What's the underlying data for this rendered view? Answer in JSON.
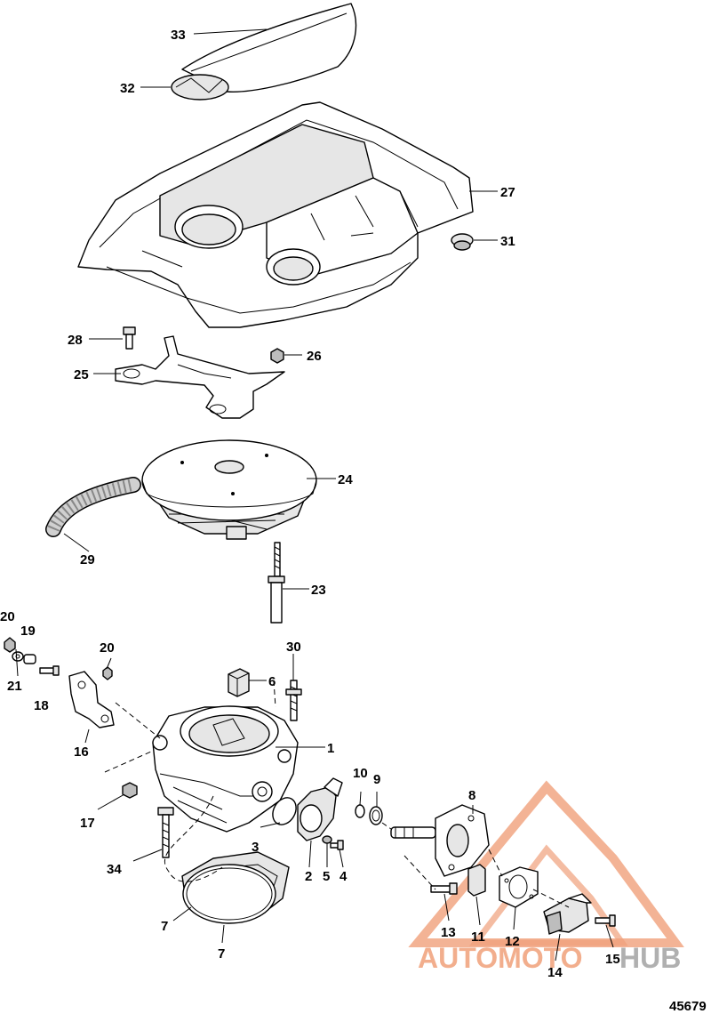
{
  "figure_number": "45679",
  "watermark": {
    "word_part_1": "AUTOMOTO",
    "word_part_2": "HUB",
    "color_primary": "#f0a07a",
    "color_secondary": "#b0b0b0"
  },
  "callouts": {
    "c1": "1",
    "c2": "2",
    "c3": "3",
    "c4": "4",
    "c5": "5",
    "c6": "6",
    "c7a": "7",
    "c7b": "7",
    "c8": "8",
    "c9": "9",
    "c10": "10",
    "c11": "11",
    "c12": "12",
    "c13": "13",
    "c14": "14",
    "c15": "15",
    "c16": "16",
    "c17": "17",
    "c18": "18",
    "c19": "19",
    "c20a": "20",
    "c20b": "20",
    "c21": "21",
    "c23": "23",
    "c24": "24",
    "c25": "25",
    "c26": "26",
    "c27": "27",
    "c28": "28",
    "c29": "29",
    "c30": "30",
    "c31": "31",
    "c32": "32",
    "c33": "33",
    "c34": "34"
  }
}
